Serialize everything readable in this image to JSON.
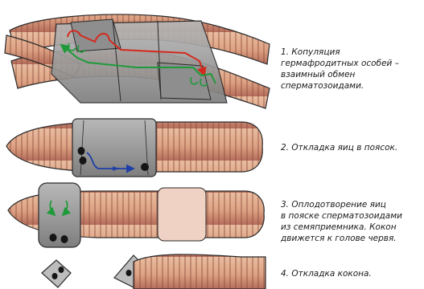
{
  "steps": [
    {
      "id": 1,
      "lines": [
        "1. Копуляция",
        "гермафродитных особей –",
        "взаимный обмен",
        "сперматозоидами."
      ]
    },
    {
      "id": 2,
      "lines": [
        "2. Откладка яиц в поясок."
      ]
    },
    {
      "id": 3,
      "lines": [
        "3. Оплодотворение яиц",
        "в пояске сперматозоидами",
        "из семяприемника. Кокон",
        "движется к голове червя."
      ]
    },
    {
      "id": 4,
      "lines": [
        "4. Откладка кокона."
      ]
    }
  ],
  "colors": {
    "worm_body": "#dda283",
    "worm_ventral": "#b56b5c",
    "worm_ring": "#8c4a3a",
    "girdle": "#9a9a9a",
    "sperm_red": "#d42a1e",
    "sperm_green": "#1f9a3a",
    "egg_path_blue": "#1f3fa8",
    "egg": "#151515",
    "outline": "#2a2a2a"
  }
}
